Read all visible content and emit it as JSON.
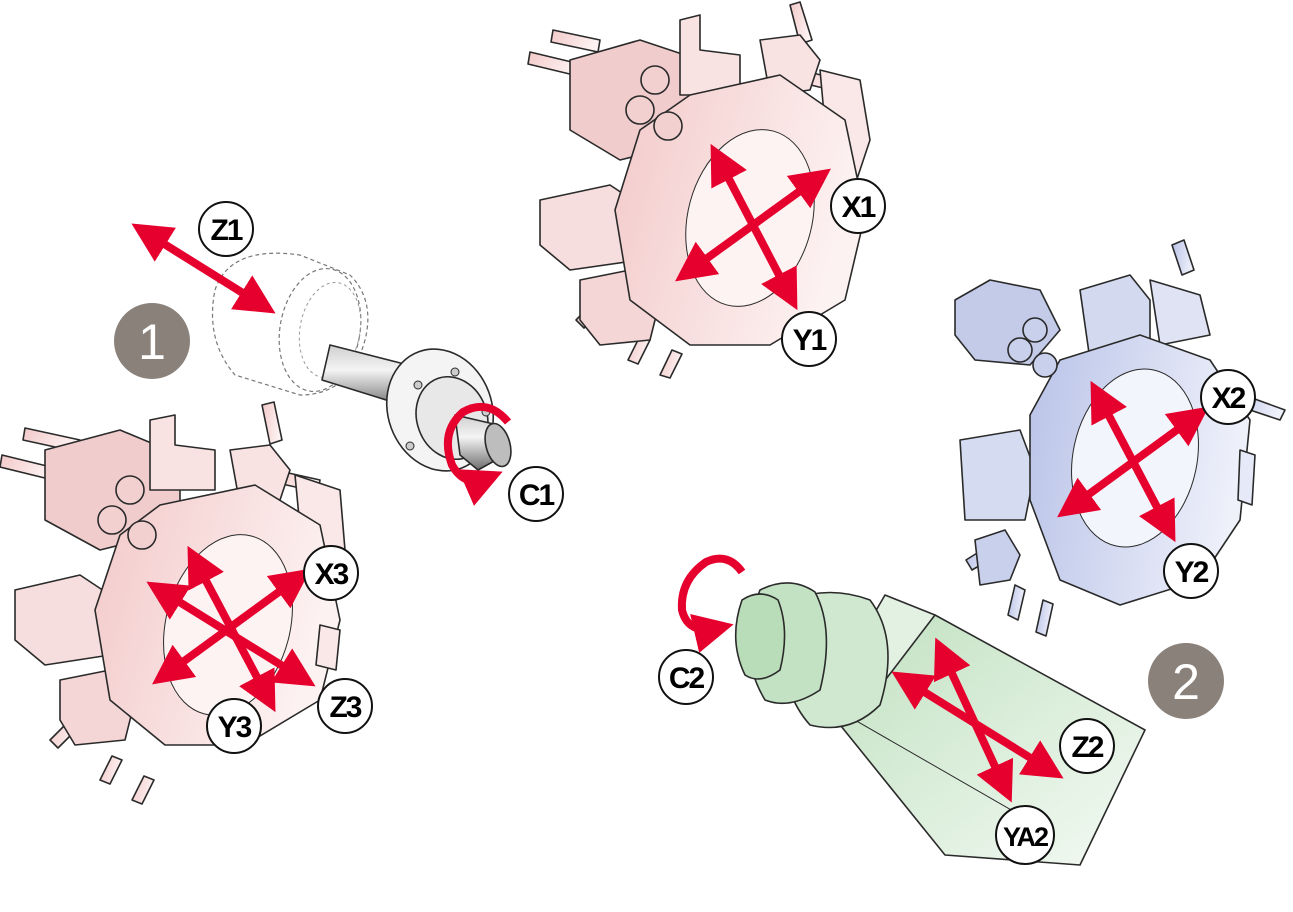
{
  "labels": {
    "z1": "Z1",
    "c1": "C1",
    "x1": "X1",
    "y1": "Y1",
    "x2": "X2",
    "y2": "Y2",
    "x3": "X3",
    "y3": "Y3",
    "z3": "Z3",
    "c2": "C2",
    "z2": "Z2",
    "ya2": "YA2"
  },
  "badges": {
    "spindle1": "1",
    "spindle2": "2"
  },
  "colors": {
    "arrow": "#e6002d",
    "badge": "#8a817b",
    "turret_pink": "#f6d8d8",
    "turret_blue": "#cdd4ee",
    "spindle_green": "#cfe8cf",
    "shaft_gray": "#9a9a9a"
  }
}
